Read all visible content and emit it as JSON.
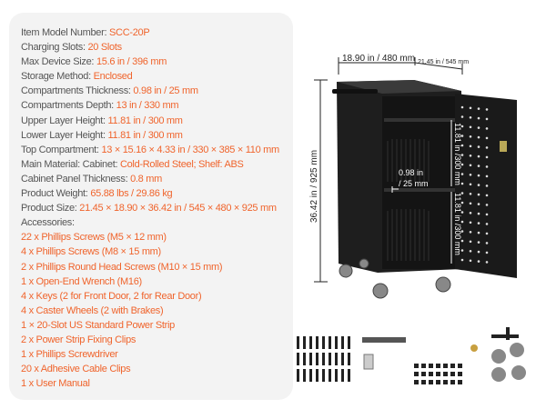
{
  "specs": [
    {
      "label": "Item Model Number: ",
      "value": "SCC-20P"
    },
    {
      "label": "Charging Slots: ",
      "value": "20 Slots"
    },
    {
      "label": "Max Device Size: ",
      "value": "15.6 in / 396 mm"
    },
    {
      "label": "Storage Method: ",
      "value": "Enclosed"
    },
    {
      "label": "Compartments Thickness:  ",
      "value": "0.98 in / 25 mm"
    },
    {
      "label": "Compartments Depth: ",
      "value": "13 in / 330 mm"
    },
    {
      "label": "Upper Layer Height: ",
      "value": "11.81 in / 300 mm"
    },
    {
      "label": "Lower Layer Height: ",
      "value": "11.81 in / 300 mm"
    },
    {
      "label": "Top Compartment: ",
      "value": "13 × 15.16 × 4.33 in / 330 × 385 × 110 mm"
    },
    {
      "label": "Main Material: Cabinet: ",
      "value": "Cold-Rolled Steel; Shelf: ABS"
    },
    {
      "label": "Cabinet Panel Thickness: ",
      "value": "0.8 mm"
    },
    {
      "label": "Product Weight: ",
      "value": "65.88 lbs / 29.86 kg"
    },
    {
      "label": "Product Size: ",
      "value": "21.45 × 18.90 × 36.42 in / 545 × 480 × 925 mm"
    }
  ],
  "accessories_label": "Accessories:",
  "accessories": [
    "22 x Phillips Screws (M5 × 12 mm)",
    "4 x Phillips Screws (M8 × 15 mm)",
    "2 x Phillips Round Head Screws (M10 × 15 mm)",
    "1 x Open-End Wrench (M16)",
    "4 x Keys (2 for Front Door, 2 for Rear Door)",
    "4 x Caster Wheels (2 with Brakes)",
    "1 × 20-Slot US Standard Power Strip",
    "2 x Power Strip Fixing Clips",
    "1 x Phillips Screwdriver",
    "20 x Adhesive Cable Clips",
    "1 x User Manual"
  ],
  "dimensions": {
    "width": "18.90 in / 480 mm",
    "depth": "21.45 in / 545 mm",
    "height": "36.42 in / 925 mm",
    "upper": "11.81 in /300 mm",
    "lower": "11.81 in /300 mm",
    "slot_a": "0.98 in",
    "slot_b": "/ 25 mm"
  }
}
